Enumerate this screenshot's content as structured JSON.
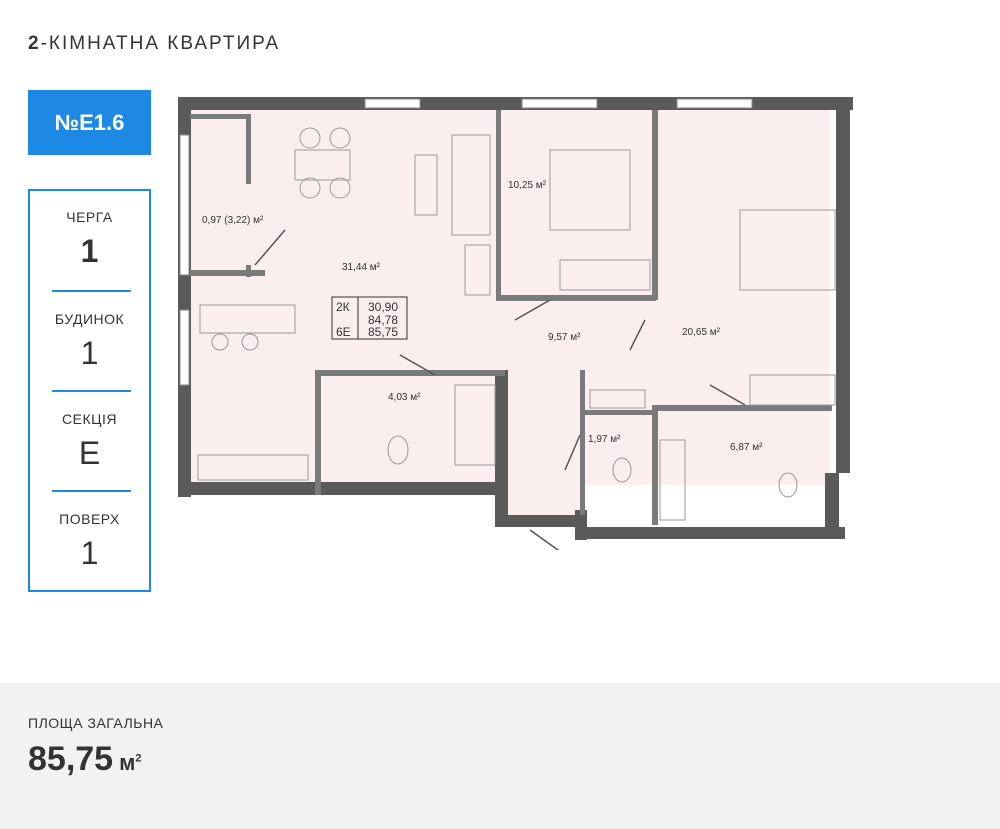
{
  "header": {
    "title_number": "2",
    "title_rest": "-КІМНАТНА КВАРТИРА"
  },
  "apartment": {
    "number": "№E1.6"
  },
  "info": [
    {
      "label": "ЧЕРГА",
      "value": "1"
    },
    {
      "label": "БУДИНОК",
      "value": "1"
    },
    {
      "label": "СЕКЦІЯ",
      "value": "E"
    },
    {
      "label": "ПОВЕРХ",
      "value": "1"
    }
  ],
  "plan": {
    "rooms": {
      "balcony": "0,97 (3,22) м²",
      "living": "31,44 м²",
      "bedroom_small": "10,25 м²",
      "hall": "9,57 м²",
      "bedroom_large": "20,65 м²",
      "bath_small": "4,03 м²",
      "wc": "1,97 м²",
      "bath_large": "6,87 м²"
    },
    "legend": [
      {
        "label": "2К",
        "value": "30,90"
      },
      {
        "label": "",
        "value": "84,78"
      },
      {
        "label": "6Е",
        "value": "85,75"
      }
    ]
  },
  "footer": {
    "label": "ПЛОЩА ЗАГАЛЬНА",
    "value": "85,75",
    "unit": "м",
    "unit_sup": "2"
  },
  "colors": {
    "accent": "#1e88e5",
    "wall": "#555555",
    "floor": "#fbeeee",
    "footer_bg": "#f2f2f2"
  }
}
